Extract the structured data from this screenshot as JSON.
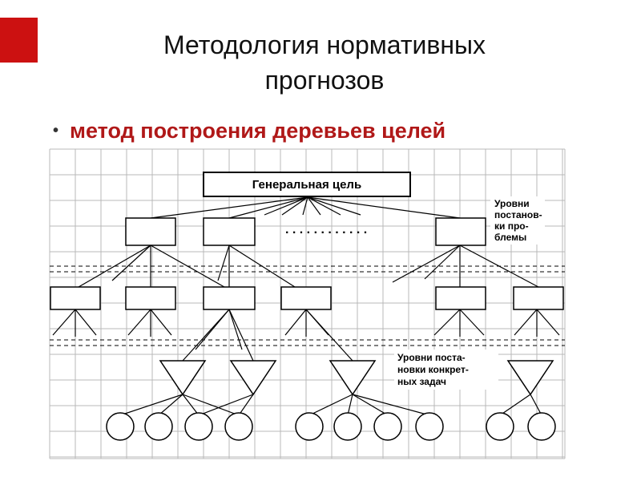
{
  "slide": {
    "title_line1": "Методология нормативных",
    "title_line2": "прогнозов",
    "bullet": "метод построения деревьев целей"
  },
  "diagram": {
    "root_label": "Генеральная цель",
    "ellipsis": ". . . . . . . . . . . .",
    "problem_levels_label": [
      "Уровни",
      "постанов-",
      "ки про-",
      "блемы"
    ],
    "task_levels_label": [
      "Уровни поста-",
      "новки конкрет-",
      "ных задач"
    ]
  },
  "colors": {
    "accent": "#cc1111",
    "bullet_text": "#b01818",
    "grid": "#b8b8b8",
    "lines": "#000000"
  }
}
